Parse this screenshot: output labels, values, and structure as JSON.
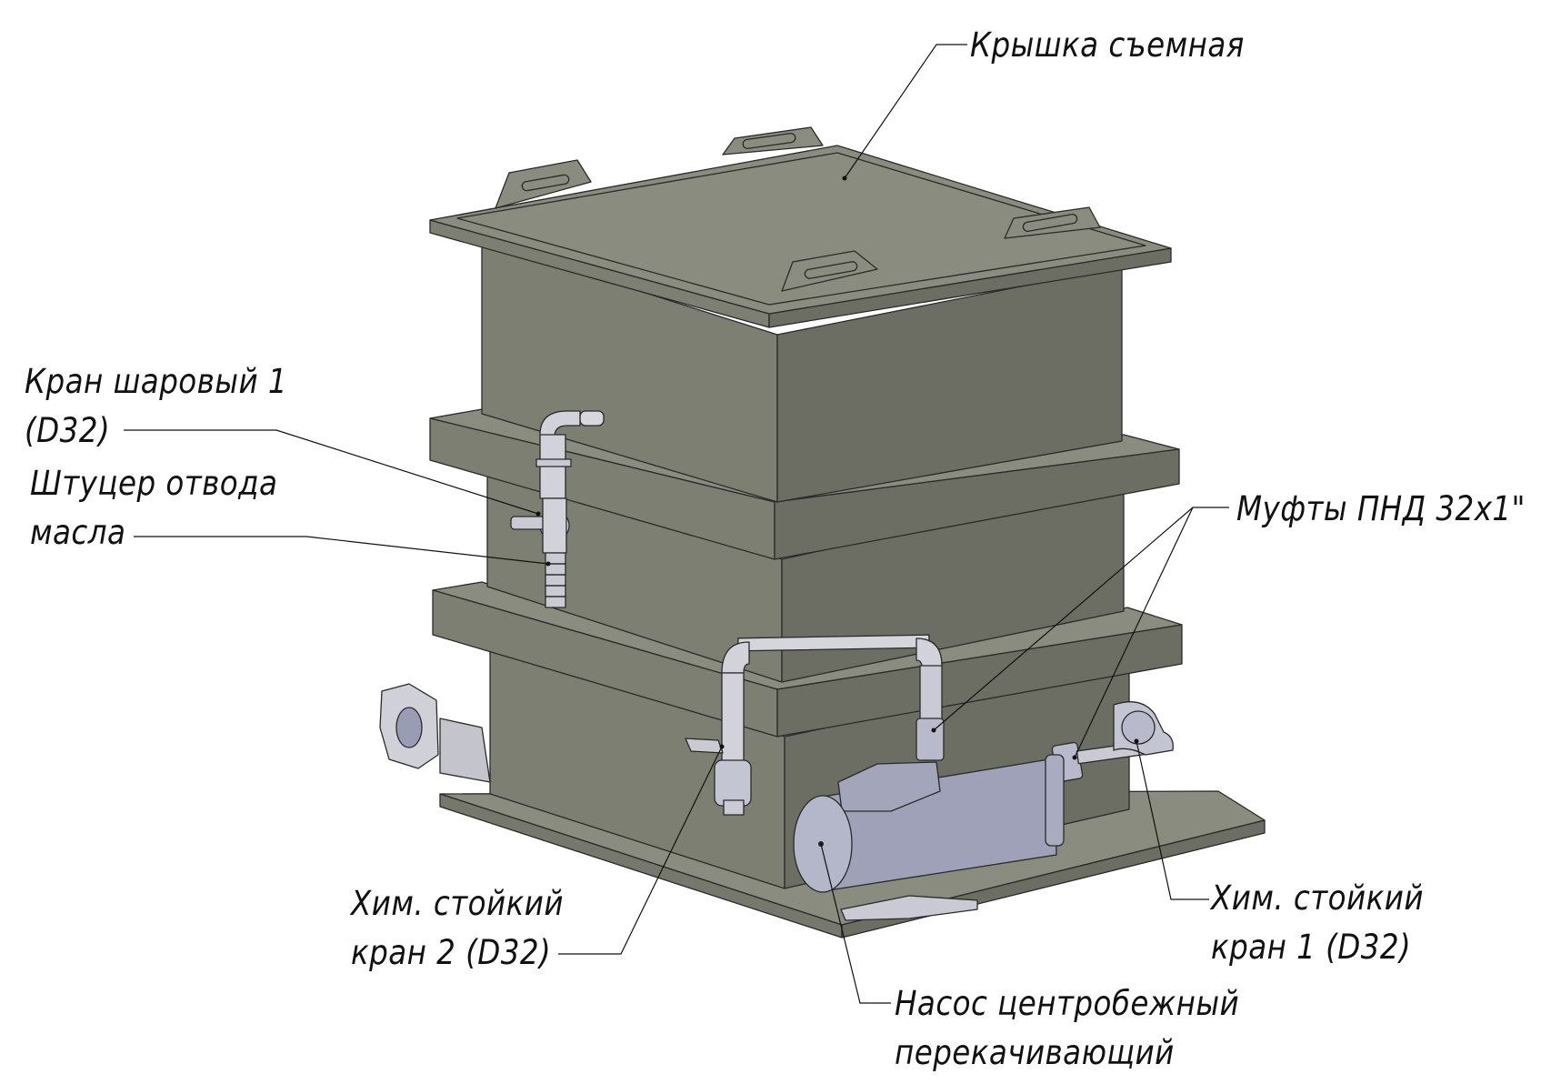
{
  "title": "Ёмкость с крышкой и насосом",
  "labels": {
    "lid": "Крышка съемная",
    "ball_valve_1": {
      "line1": "Кран шаровый 1",
      "line2": "(D32)"
    },
    "oil_drain_fitting": {
      "line1": "Штуцер отвода",
      "line2": "масла"
    },
    "couplings": "Муфты ПНД 32x1\"",
    "chem_valve_2": {
      "line1": "Хим. стойкий",
      "line2": "кран 2 (D32)"
    },
    "chem_valve_1": {
      "line1": "Хим. стойкий",
      "line2": "кран 1 (D32)"
    },
    "pump": {
      "line1": "Насос центробежный",
      "line2": "перекачивающий"
    }
  },
  "colors": {
    "tank_top": "#8a8c7f",
    "tank_left": "#7d7f73",
    "tank_right": "#6c6e64",
    "pipe": "#c9cad3",
    "pump": "#9a9cb4"
  }
}
